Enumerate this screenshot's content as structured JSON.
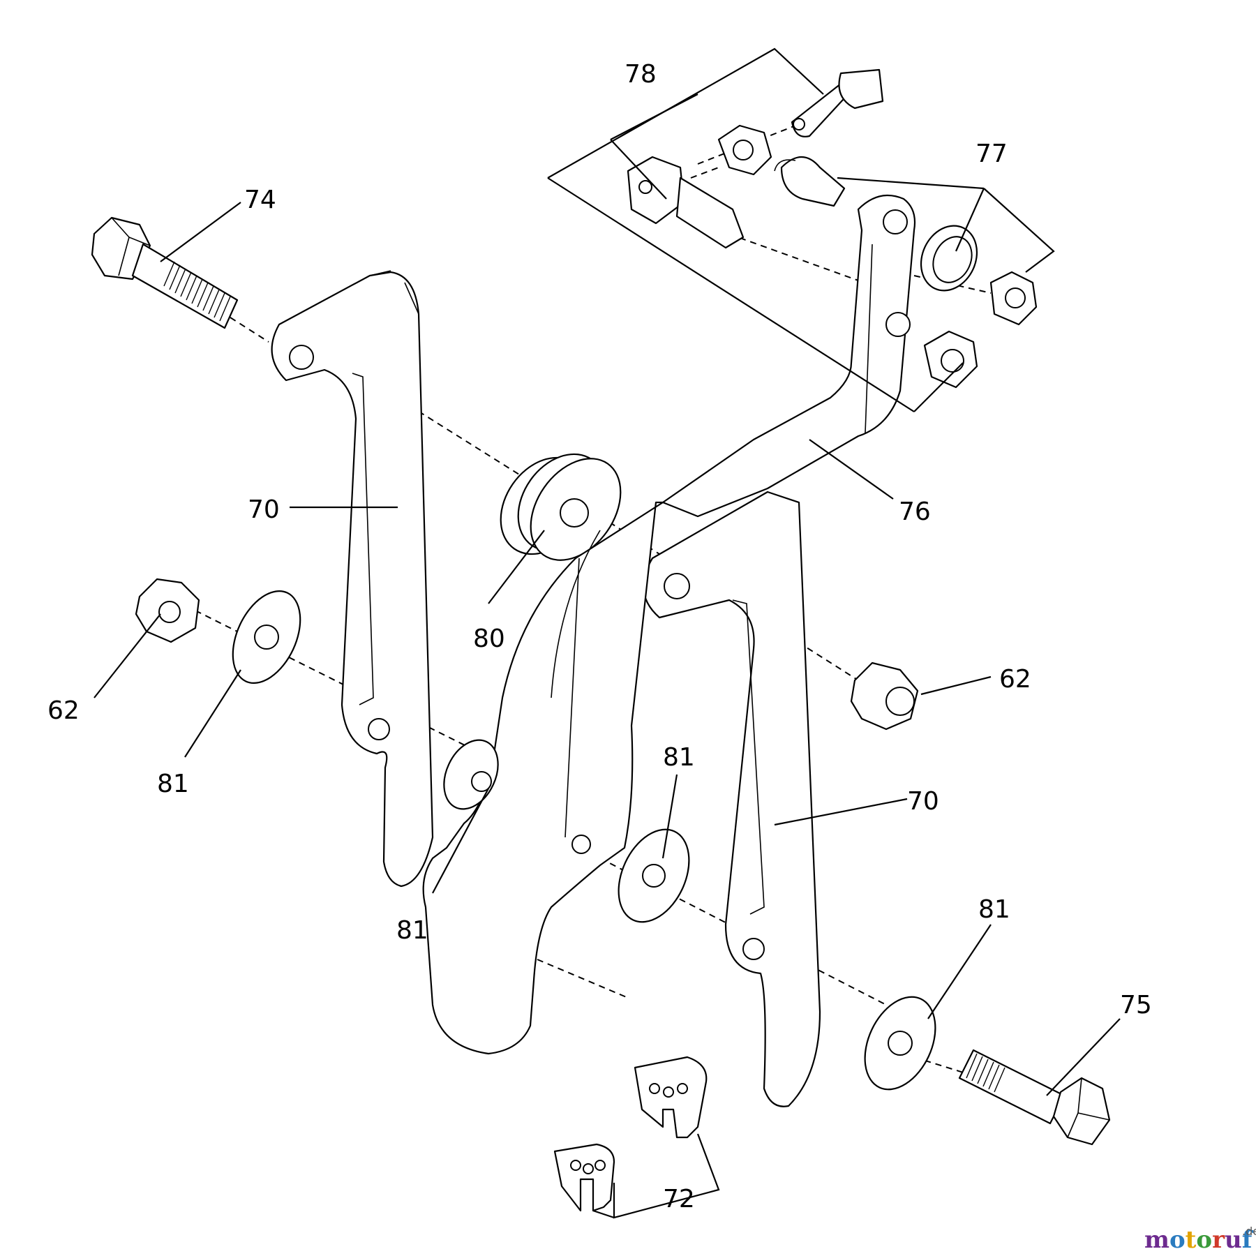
{
  "diagram": {
    "callouts": {
      "p78": "78",
      "p77": "77",
      "p74": "74",
      "p76": "76",
      "p70_left": "70",
      "p80": "80",
      "p62_left": "62",
      "p81_left": "81",
      "p62_right": "62",
      "p81_center_top": "81",
      "p70_right": "70",
      "p81_center": "81",
      "p81_right": "81",
      "p75": "75",
      "p72": "72"
    }
  },
  "watermark": {
    "brand": "motoruf",
    "tld": ".de",
    "colors": [
      "#6d2b8f",
      "#2a7bbf",
      "#e2a300",
      "#3a9a3a",
      "#d03a2a"
    ]
  }
}
